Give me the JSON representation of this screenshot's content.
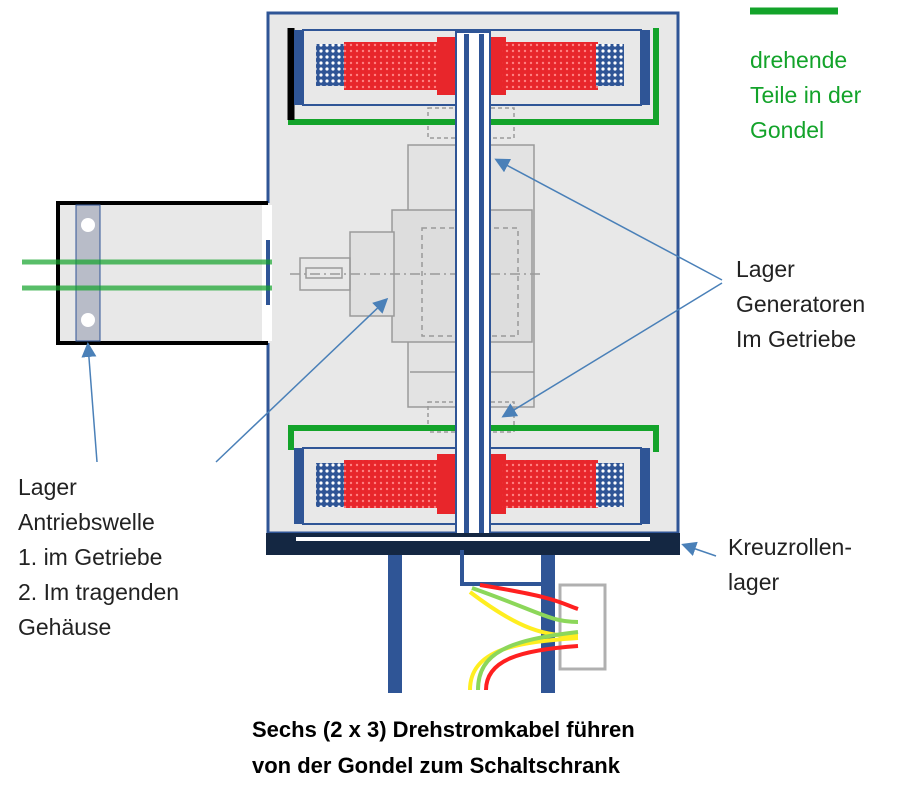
{
  "legend": {
    "rotating_parts": "drehende\nTeile in der\nGondel"
  },
  "labels": {
    "generator_bearing": "Lager\nGeneratoren\nIm Getriebe",
    "drive_shaft_bearing": "Lager\nAntriebswelle\n1. im Getriebe\n2. Im tragenden\nGehäuse",
    "cross_roller_bearing": "Kreuzrollen-\nlager"
  },
  "caption": {
    "line1": "Sechs (2 x 3) Drehstromkabel führen",
    "line2": "von der Gondel zum Schaltschrank"
  },
  "colors": {
    "rotating": "#13a32a",
    "coil": "#e8262b",
    "frame": "#2f5596",
    "housing": "#e8e8e8",
    "base": "#142742",
    "cable_red": "#ff2020",
    "cable_yellow": "#ffee20",
    "cable_green": "#8cd75a",
    "arrow": "#4a80b8"
  }
}
